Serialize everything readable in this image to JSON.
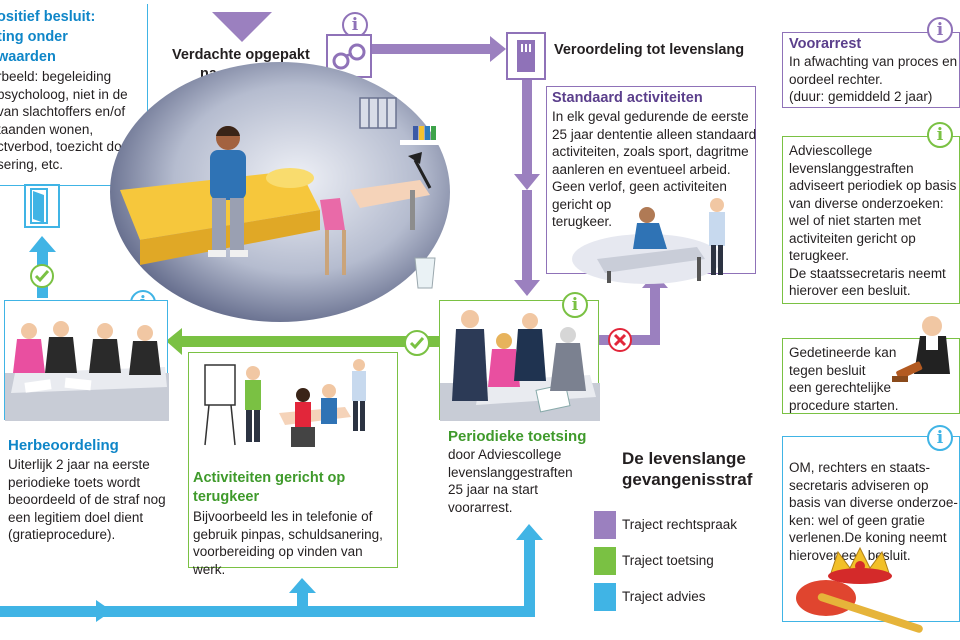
{
  "top_left_box": {
    "title_line1": "ositief besluit:",
    "title_line2": "ting onder",
    "title_line3": "waarden",
    "body": [
      "rbeeld: begeleiding",
      "psycholoog, niet in de",
      "van slachtoffers en/of",
      "taanden wonen,",
      "ctverbod, toezicht door",
      "sering, etc."
    ]
  },
  "arrest": {
    "line1": "Verdachte opgepakt",
    "line2": "na misdrijf"
  },
  "sentence": {
    "label": "Veroordeling tot levenslang"
  },
  "pretrial": {
    "title": "Voorarrest",
    "body": [
      "In afwachting van proces en",
      "oordeel rechter.",
      "(duur: gemiddeld  2 jaar)"
    ]
  },
  "standard": {
    "title": "Standaard activiteiten",
    "body": [
      "In elk geval gedurende de eerste",
      "25 jaar dententie alleen standaard",
      "activiteiten, zoals sport, dagritme",
      "aanleren en eventueel arbeid.",
      "Geen verlof, geen activiteiten",
      "gericht op",
      "terugkeer."
    ]
  },
  "college": {
    "body": [
      "Adviescollege",
      "levenslanggestraften",
      "adviseert periodiek op basis",
      "van diverse onderzoeken:",
      "wel of niet starten met",
      "activiteiten gericht op",
      "terugkeer.",
      "De staatssecretaris neemt",
      "hierover een besluit."
    ]
  },
  "court": {
    "body": [
      "Gedetineerde kan",
      "tegen  besluit",
      "een gerechtelijke",
      "procedure starten."
    ]
  },
  "pardon": {
    "body": [
      "OM, rechters en staats-",
      "secretaris adviseren op",
      "basis van diverse onderzoe-",
      "ken: wel of geen gratie",
      "verlenen.De koning neemt",
      "hierover een besluit."
    ]
  },
  "reassessment": {
    "title": "Herbeoordeling",
    "body": [
      "Uiterlijk 2 jaar na eerste",
      "periodieke toets wordt",
      "beoordeeld of de straf nog",
      "een legitiem doel dient",
      "(gratieprocedure)."
    ]
  },
  "activities": {
    "title_line1": "Activiteiten gericht op",
    "title_line2": "terugkeer",
    "body": [
      "Bijvoorbeeld les in telefonie of",
      "gebruik pinpas, schuldsanering,",
      "voorbereiding op vinden van werk."
    ]
  },
  "periodic": {
    "title": "Periodieke toetsing",
    "body": [
      "door Adviescollege",
      "levenslanggestraften",
      "25 jaar na start",
      "voorarrest."
    ]
  },
  "main_title": {
    "line1": "De levenslange",
    "line2": "gevangenisstraf"
  },
  "legend": [
    {
      "label": "Traject rechtspraak",
      "color": "#9b80bf"
    },
    {
      "label": "Traject toetsing",
      "color": "#7ac143"
    },
    {
      "label": "Traject advies",
      "color": "#40b4e5"
    }
  ],
  "colors": {
    "purple": "#8f72b8",
    "green": "#7ac143",
    "blue": "#40b4e5",
    "red": "#e2263a"
  },
  "info_glyph": "i",
  "icons": [
    "handcuffs-icon",
    "prison-door-icon",
    "exit-door-icon",
    "check-icon",
    "cross-icon",
    "info-icon",
    "crown-icon",
    "gavel-icon"
  ]
}
